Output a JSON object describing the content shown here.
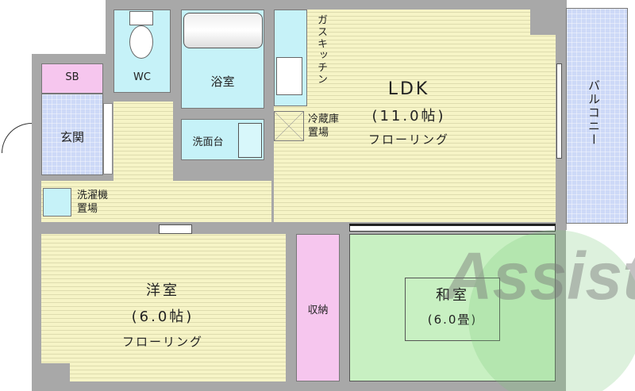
{
  "rooms": {
    "sb": "SB",
    "wc": "WC",
    "bath": "浴室",
    "genkan": "玄関",
    "washstand": "洗面台",
    "washer": [
      "洗濯機",
      "置場"
    ],
    "kitchen": "ガスキッチン",
    "fridge": [
      "冷蔵庫",
      "置場"
    ],
    "ldk": {
      "name": "LDK",
      "size": "(11.0帖)",
      "floor": "フローリング"
    },
    "balcony": "バルコニー",
    "western": {
      "name": "洋室",
      "size": "(6.0帖)",
      "floor": "フローリング"
    },
    "storage": "収納",
    "japanese": {
      "name": "和室",
      "size": "(6.0畳)"
    }
  },
  "watermark": "Assist",
  "colors": {
    "wall": "#a8a8a8",
    "floor": "#f6f4c6",
    "wet": "#c6f2f8",
    "storage": "#f6c6ee",
    "tatami": "#c8f0c2",
    "tile": "#cdd9f7"
  }
}
